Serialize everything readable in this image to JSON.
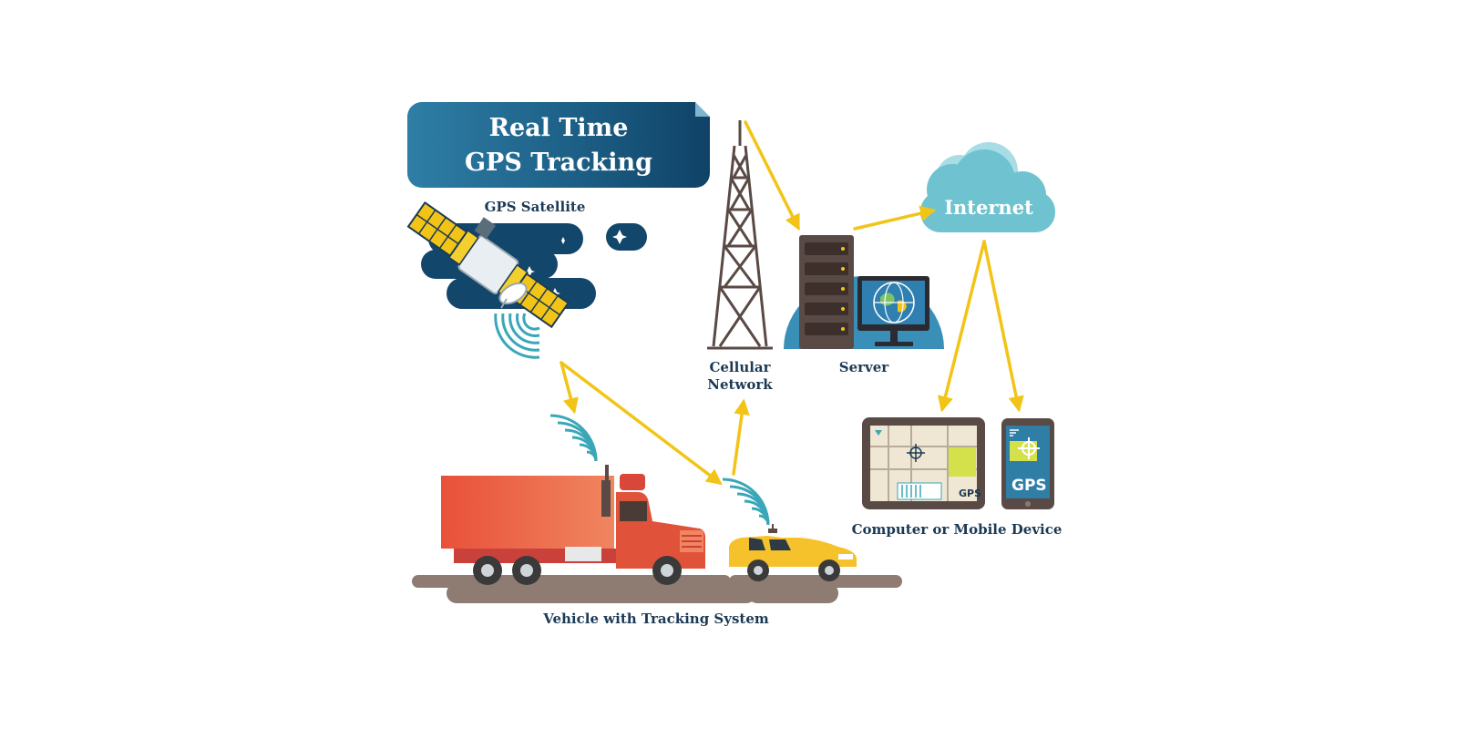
{
  "title": {
    "line1": "Real Time",
    "line2": "GPS Tracking"
  },
  "labels": {
    "gps_satellite": "GPS Satellite",
    "cellular_network_line1": "Cellular",
    "cellular_network_line2": "Network",
    "server": "Server",
    "internet": "Internet",
    "computer_or_mobile_device": "Computer or Mobile Device",
    "vehicle_with_tracking_system": "Vehicle with Tracking System",
    "tablet_gps": "GPS",
    "phone_gps": "GPS"
  },
  "colors": {
    "navy": "#1c3a55",
    "banner_dark": "#0f4266",
    "banner_light": "#2e7ea6",
    "arrow_yellow": "#f2c417",
    "signal_teal": "#3aa7b8",
    "cloud": "#6fc3d0",
    "truck_red": "#e0523a",
    "car_yellow": "#f5c22c",
    "road": "#8e7b72"
  },
  "icons": [
    "satellite-icon",
    "cell-tower-icon",
    "server-icon",
    "monitor-globe-icon",
    "cloud-icon",
    "tablet-map-icon",
    "smartphone-icon",
    "truck-icon",
    "taxi-car-icon",
    "signal-waves-icon",
    "arrow-icon"
  ]
}
